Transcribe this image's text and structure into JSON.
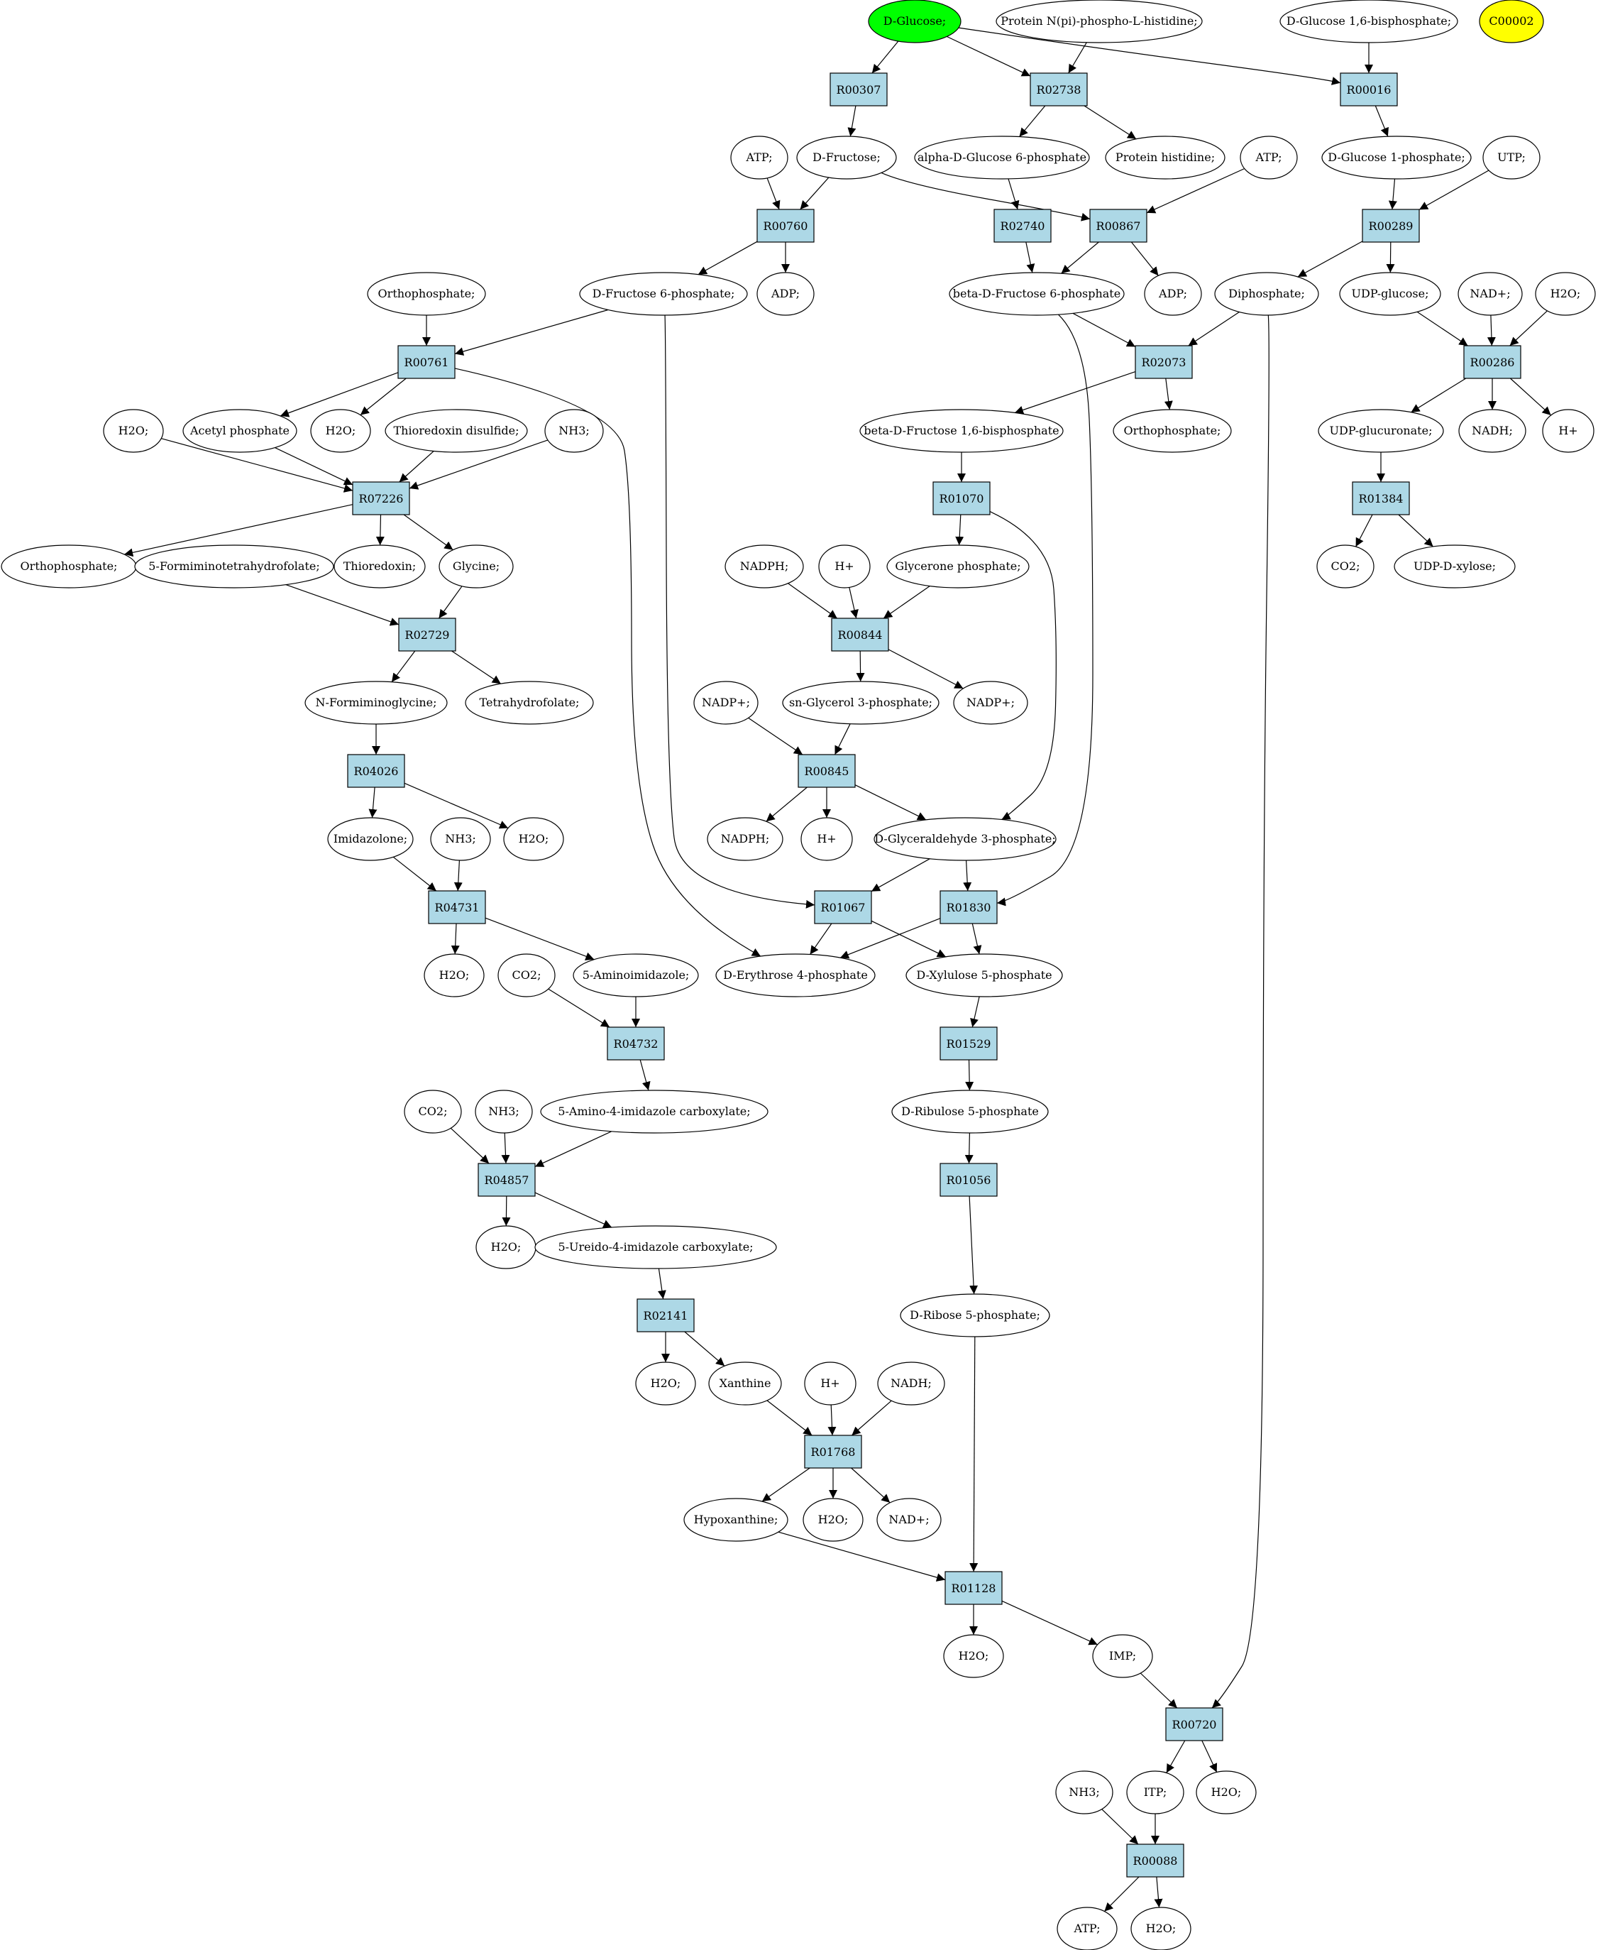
{
  "diagram": {
    "colors": {
      "metabolite": "#ffffff",
      "source": "#00ff00",
      "highlight": "#ffff00",
      "reaction": "#add8e6",
      "edge": "#000000"
    },
    "metabolites": [
      {
        "id": "glc",
        "label": "D-Glucose;",
        "color": "#00ff00"
      },
      {
        "id": "nph",
        "label": "Protein N(pi)-phospho-L-histidine;"
      },
      {
        "id": "g16bp",
        "label": "D-Glucose 1,6-bisphosphate;"
      },
      {
        "id": "c2",
        "label": "C00002",
        "color": "#ffff00"
      },
      {
        "id": "atp1",
        "label": "ATP;"
      },
      {
        "id": "fru",
        "label": "D-Fructose;"
      },
      {
        "id": "ag6p",
        "label": "alpha-D-Glucose 6-phosphate"
      },
      {
        "id": "phis",
        "label": "Protein histidine;"
      },
      {
        "id": "atp2",
        "label": "ATP;"
      },
      {
        "id": "g1p",
        "label": "D-Glucose 1-phosphate;"
      },
      {
        "id": "utp",
        "label": "UTP;"
      },
      {
        "id": "orth1",
        "label": "Orthophosphate;"
      },
      {
        "id": "f6p",
        "label": "D-Fructose 6-phosphate;"
      },
      {
        "id": "adp1",
        "label": "ADP;"
      },
      {
        "id": "bf6p",
        "label": "beta-D-Fructose 6-phosphate"
      },
      {
        "id": "adp2",
        "label": "ADP;"
      },
      {
        "id": "dip",
        "label": "Diphosphate;"
      },
      {
        "id": "udpg",
        "label": "UDP-glucose;"
      },
      {
        "id": "nadp1",
        "label": "NAD+;"
      },
      {
        "id": "h2o1",
        "label": "H2O;"
      },
      {
        "id": "h2o2",
        "label": "H2O;"
      },
      {
        "id": "acp",
        "label": "Acetyl phosphate"
      },
      {
        "id": "h2o3",
        "label": "H2O;"
      },
      {
        "id": "trxs",
        "label": "Thioredoxin disulfide;"
      },
      {
        "id": "nh31",
        "label": "NH3;"
      },
      {
        "id": "bf16bp",
        "label": "beta-D-Fructose 1,6-bisphosphate"
      },
      {
        "id": "orth2",
        "label": "Orthophosphate;"
      },
      {
        "id": "udpgl",
        "label": "UDP-glucuronate;"
      },
      {
        "id": "nadh1",
        "label": "NADH;"
      },
      {
        "id": "hp1",
        "label": "H+"
      },
      {
        "id": "orth3",
        "label": "Orthophosphate;"
      },
      {
        "id": "fthf",
        "label": "5-Formiminotetrahydrofolate;"
      },
      {
        "id": "trx",
        "label": "Thioredoxin;"
      },
      {
        "id": "gly",
        "label": "Glycine;"
      },
      {
        "id": "nadph1",
        "label": "NADPH;"
      },
      {
        "id": "hp2",
        "label": "H+"
      },
      {
        "id": "dhap",
        "label": "Glycerone phosphate;"
      },
      {
        "id": "co21",
        "label": "CO2;"
      },
      {
        "id": "udpx",
        "label": "UDP-D-xylose;"
      },
      {
        "id": "nfg",
        "label": "N-Formiminoglycine;"
      },
      {
        "id": "thf",
        "label": "Tetrahydrofolate;"
      },
      {
        "id": "nadp2",
        "label": "NADP+;"
      },
      {
        "id": "g3p",
        "label": "sn-Glycerol 3-phosphate;"
      },
      {
        "id": "nadp3",
        "label": "NADP+;"
      },
      {
        "id": "imz",
        "label": "Imidazolone;"
      },
      {
        "id": "nh32",
        "label": "NH3;"
      },
      {
        "id": "h2o4",
        "label": "H2O;"
      },
      {
        "id": "nadph2",
        "label": "NADPH;"
      },
      {
        "id": "hp3",
        "label": "H+"
      },
      {
        "id": "gap",
        "label": "D-Glyceraldehyde 3-phosphate;"
      },
      {
        "id": "h2o5",
        "label": "H2O;"
      },
      {
        "id": "co22",
        "label": "CO2;"
      },
      {
        "id": "aim",
        "label": "5-Aminoimidazole;"
      },
      {
        "id": "e4p",
        "label": "D-Erythrose 4-phosphate"
      },
      {
        "id": "x5p",
        "label": "D-Xylulose 5-phosphate"
      },
      {
        "id": "aic",
        "label": "5-Amino-4-imidazole carboxylate;"
      },
      {
        "id": "ru5p",
        "label": "D-Ribulose 5-phosphate"
      },
      {
        "id": "co23",
        "label": "CO2;"
      },
      {
        "id": "nh33",
        "label": "NH3;"
      },
      {
        "id": "h2o6",
        "label": "H2O;"
      },
      {
        "id": "uic",
        "label": "5-Ureido-4-imidazole carboxylate;"
      },
      {
        "id": "r5p",
        "label": "D-Ribose 5-phosphate;"
      },
      {
        "id": "h2o7",
        "label": "H2O;"
      },
      {
        "id": "xan",
        "label": "Xanthine"
      },
      {
        "id": "hp4",
        "label": "H+"
      },
      {
        "id": "nadh2",
        "label": "NADH;"
      },
      {
        "id": "hyp",
        "label": "Hypoxanthine;"
      },
      {
        "id": "h2o8",
        "label": "H2O;"
      },
      {
        "id": "nad2",
        "label": "NAD+;"
      },
      {
        "id": "h2o9",
        "label": "H2O;"
      },
      {
        "id": "imp",
        "label": "IMP;"
      },
      {
        "id": "nh34",
        "label": "NH3;"
      },
      {
        "id": "itp",
        "label": "ITP;"
      },
      {
        "id": "h2o10",
        "label": "H2O;"
      },
      {
        "id": "atp3",
        "label": "ATP;"
      },
      {
        "id": "h2o11",
        "label": "H2O;"
      }
    ],
    "reactions": [
      {
        "id": "R00307",
        "label": "R00307"
      },
      {
        "id": "R02738",
        "label": "R02738"
      },
      {
        "id": "R00016",
        "label": "R00016"
      },
      {
        "id": "R00760",
        "label": "R00760"
      },
      {
        "id": "R02740",
        "label": "R02740"
      },
      {
        "id": "R00867",
        "label": "R00867"
      },
      {
        "id": "R00289",
        "label": "R00289"
      },
      {
        "id": "R00761",
        "label": "R00761"
      },
      {
        "id": "R02073",
        "label": "R02073"
      },
      {
        "id": "R00286",
        "label": "R00286"
      },
      {
        "id": "R07226",
        "label": "R07226"
      },
      {
        "id": "R01070",
        "label": "R01070"
      },
      {
        "id": "R01384",
        "label": "R01384"
      },
      {
        "id": "R02729",
        "label": "R02729"
      },
      {
        "id": "R00844",
        "label": "R00844"
      },
      {
        "id": "R04026",
        "label": "R04026"
      },
      {
        "id": "R00845",
        "label": "R00845"
      },
      {
        "id": "R04731",
        "label": "R04731"
      },
      {
        "id": "R01067",
        "label": "R01067"
      },
      {
        "id": "R01830",
        "label": "R01830"
      },
      {
        "id": "R04732",
        "label": "R04732"
      },
      {
        "id": "R01529",
        "label": "R01529"
      },
      {
        "id": "R04857",
        "label": "R04857"
      },
      {
        "id": "R01056",
        "label": "R01056"
      },
      {
        "id": "R02141",
        "label": "R02141"
      },
      {
        "id": "R01768",
        "label": "R01768"
      },
      {
        "id": "R01128",
        "label": "R01128"
      },
      {
        "id": "R00720",
        "label": "R00720"
      },
      {
        "id": "R00088",
        "label": "R00088"
      }
    ],
    "edges": [
      [
        "glc",
        "R00307"
      ],
      [
        "glc",
        "R02738"
      ],
      [
        "glc",
        "R00016"
      ],
      [
        "nph",
        "R02738"
      ],
      [
        "g16bp",
        "R00016"
      ],
      [
        "R00307",
        "fru"
      ],
      [
        "R02738",
        "ag6p"
      ],
      [
        "R02738",
        "phis"
      ],
      [
        "R00016",
        "g1p"
      ],
      [
        "atp1",
        "R00760"
      ],
      [
        "fru",
        "R00760"
      ],
      [
        "fru",
        "R00867"
      ],
      [
        "ag6p",
        "R02740"
      ],
      [
        "atp2",
        "R00867"
      ],
      [
        "g1p",
        "R00289"
      ],
      [
        "utp",
        "R00289"
      ],
      [
        "R00760",
        "f6p"
      ],
      [
        "R00760",
        "adp1"
      ],
      [
        "R02740",
        "bf6p"
      ],
      [
        "R00867",
        "bf6p"
      ],
      [
        "R00867",
        "adp2"
      ],
      [
        "R00289",
        "dip"
      ],
      [
        "R00289",
        "udpg"
      ],
      [
        "orth1",
        "R00761"
      ],
      [
        "f6p",
        "R00761"
      ],
      [
        "bf6p",
        "R02073"
      ],
      [
        "dip",
        "R02073"
      ],
      [
        "udpg",
        "R00286"
      ],
      [
        "nadp1",
        "R00286"
      ],
      [
        "h2o1",
        "R00286"
      ],
      [
        "R00761",
        "acp"
      ],
      [
        "R00761",
        "h2o3"
      ],
      [
        "R02073",
        "bf16bp"
      ],
      [
        "R02073",
        "orth2"
      ],
      [
        "R00286",
        "udpgl"
      ],
      [
        "R00286",
        "nadh1"
      ],
      [
        "R00286",
        "hp1"
      ],
      [
        "h2o2",
        "R07226"
      ],
      [
        "acp",
        "R07226"
      ],
      [
        "trxs",
        "R07226"
      ],
      [
        "nh31",
        "R07226"
      ],
      [
        "bf16bp",
        "R01070"
      ],
      [
        "udpgl",
        "R01384"
      ],
      [
        "R07226",
        "orth3"
      ],
      [
        "R07226",
        "trx"
      ],
      [
        "R07226",
        "gly"
      ],
      [
        "R01070",
        "dhap"
      ],
      [
        "R01384",
        "co21"
      ],
      [
        "R01384",
        "udpx"
      ],
      [
        "fthf",
        "R02729"
      ],
      [
        "gly",
        "R02729"
      ],
      [
        "nadph1",
        "R00844"
      ],
      [
        "hp2",
        "R00844"
      ],
      [
        "dhap",
        "R00844"
      ],
      [
        "R02729",
        "nfg"
      ],
      [
        "R02729",
        "thf"
      ],
      [
        "R00844",
        "g3p"
      ],
      [
        "R00844",
        "nadp3"
      ],
      [
        "nfg",
        "R04026"
      ],
      [
        "nadp2",
        "R00845"
      ],
      [
        "g3p",
        "R00845"
      ],
      [
        "R04026",
        "imz"
      ],
      [
        "R04026",
        "h2o4"
      ],
      [
        "R00845",
        "nadph2"
      ],
      [
        "R00845",
        "hp3"
      ],
      [
        "R00845",
        "gap"
      ],
      [
        "R01070",
        "gap"
      ],
      [
        "imz",
        "R04731"
      ],
      [
        "nh32",
        "R04731"
      ],
      [
        "gap",
        "R01067"
      ],
      [
        "f6p",
        "R01067"
      ],
      [
        "gap",
        "R01830"
      ],
      [
        "bf6p",
        "R01830"
      ],
      [
        "R04731",
        "h2o5"
      ],
      [
        "R04731",
        "aim"
      ],
      [
        "R00761",
        "e4p"
      ],
      [
        "R01067",
        "e4p"
      ],
      [
        "R01067",
        "x5p"
      ],
      [
        "R01830",
        "e4p"
      ],
      [
        "R01830",
        "x5p"
      ],
      [
        "co22",
        "R04732"
      ],
      [
        "aim",
        "R04732"
      ],
      [
        "x5p",
        "R01529"
      ],
      [
        "R04732",
        "aic"
      ],
      [
        "R01529",
        "ru5p"
      ],
      [
        "co23",
        "R04857"
      ],
      [
        "nh33",
        "R04857"
      ],
      [
        "aic",
        "R04857"
      ],
      [
        "ru5p",
        "R01056"
      ],
      [
        "R04857",
        "h2o6"
      ],
      [
        "R04857",
        "uic"
      ],
      [
        "R01056",
        "r5p"
      ],
      [
        "uic",
        "R02141"
      ],
      [
        "R02141",
        "h2o7"
      ],
      [
        "R02141",
        "xan"
      ],
      [
        "xan",
        "R01768"
      ],
      [
        "hp4",
        "R01768"
      ],
      [
        "nadh2",
        "R01768"
      ],
      [
        "R01768",
        "hyp"
      ],
      [
        "R01768",
        "h2o8"
      ],
      [
        "R01768",
        "nad2"
      ],
      [
        "hyp",
        "R01128"
      ],
      [
        "r5p",
        "R01128"
      ],
      [
        "R01128",
        "h2o9"
      ],
      [
        "R01128",
        "imp"
      ],
      [
        "imp",
        "R00720"
      ],
      [
        "dip",
        "R00720"
      ],
      [
        "R00720",
        "itp"
      ],
      [
        "R00720",
        "h2o10"
      ],
      [
        "nh34",
        "R00088"
      ],
      [
        "itp",
        "R00088"
      ],
      [
        "R00088",
        "atp3"
      ],
      [
        "R00088",
        "h2o11"
      ]
    ]
  }
}
